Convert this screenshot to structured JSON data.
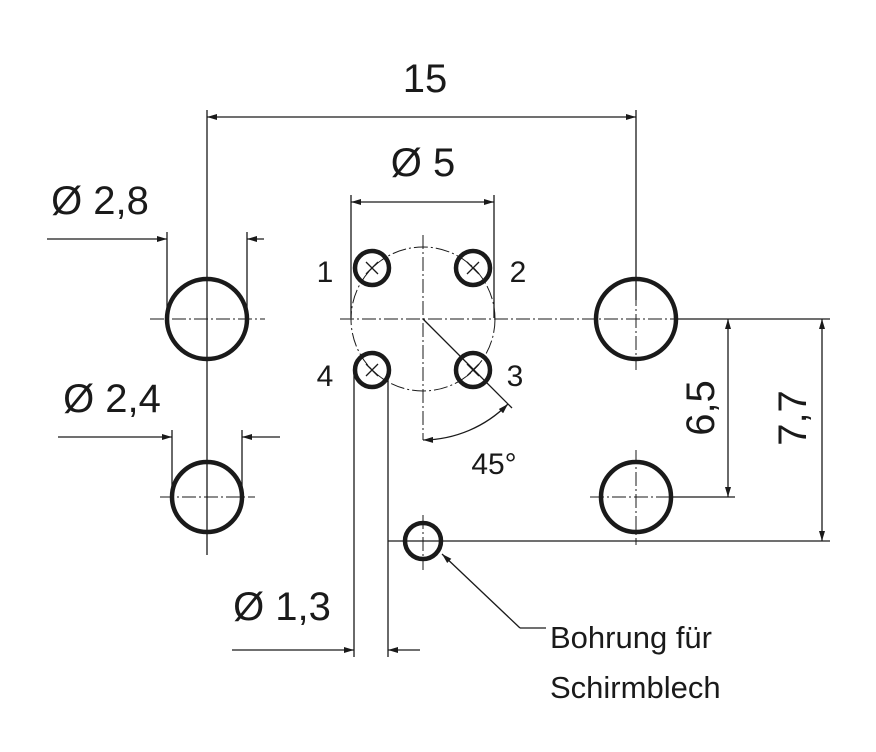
{
  "drawing": {
    "dim_width": "15",
    "dim_pitch_circle": "Ø 5",
    "dim_large_hole": "Ø 2,8",
    "dim_medium_hole": "Ø 2,4",
    "dim_small_hole": "Ø 1,3",
    "dim_vertical_inner": "6,5",
    "dim_vertical_outer": "7,7",
    "angle": "45°",
    "pins": [
      "1",
      "2",
      "3",
      "4"
    ],
    "note_line1": "Bohrung für",
    "note_line2": "Schirmblech"
  }
}
